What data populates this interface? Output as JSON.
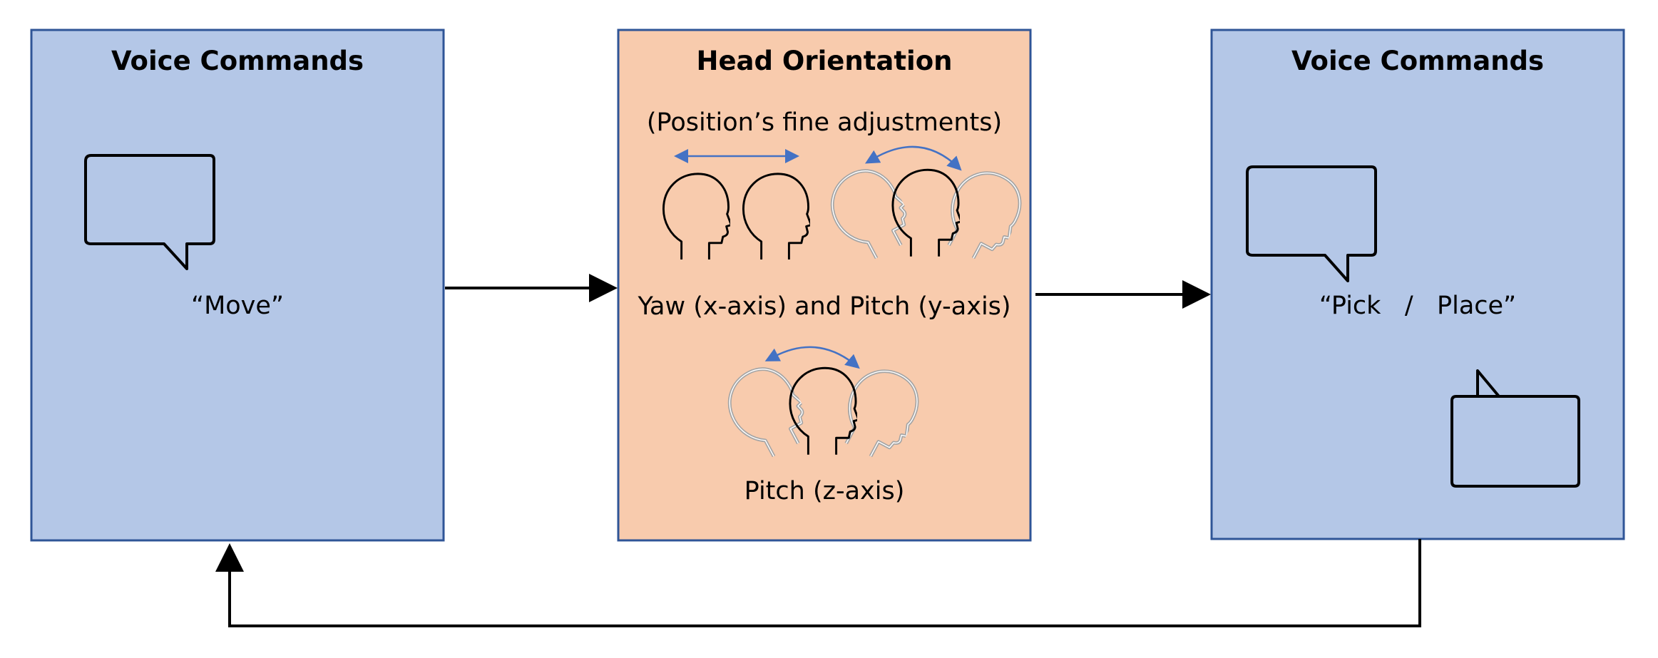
{
  "colors": {
    "voice_fill": "#b4c7e7",
    "voice_stroke": "#2f5597",
    "head_fill": "#f8cbad",
    "head_stroke": "#2f5597",
    "arrow": "#000000",
    "motion_arrow": "#4472c4",
    "ghost_head": "#a5a5a5"
  },
  "left_box": {
    "title": "Voice Commands",
    "command": "“Move”",
    "icon": "speech-bubble-icon"
  },
  "center_box": {
    "title": "Head Orientation",
    "subtitle": "(Position’s fine adjustments)",
    "yaw_pitch_label": "Yaw (x-axis) and Pitch (y-axis)",
    "pitch_z_label": "Pitch (z-axis)",
    "icons": [
      "head-translate-icon",
      "head-tilt-icon",
      "head-roll-icon"
    ]
  },
  "right_box": {
    "title": "Voice Commands",
    "command": "“Pick   /   Place”",
    "icons": [
      "speech-bubble-icon",
      "speech-bubble-icon"
    ]
  }
}
